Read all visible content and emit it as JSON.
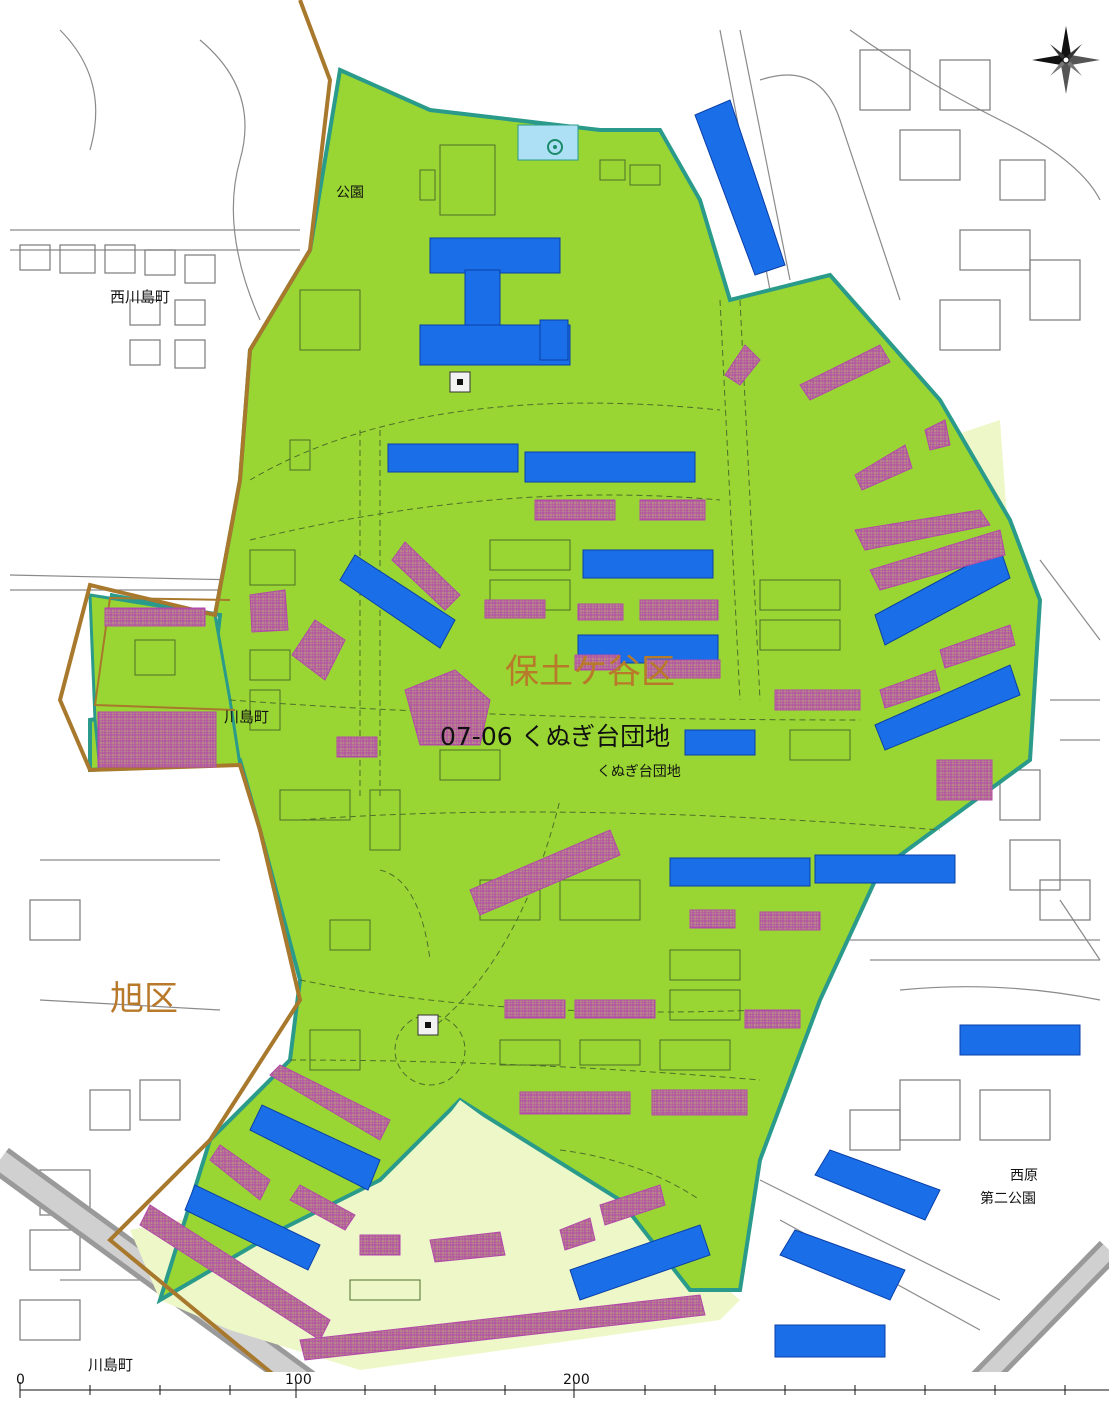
{
  "map": {
    "estate_label": "07-06 くぬぎ台団地",
    "estate_sublabel": "くぬぎ台団地",
    "ward_labels": [
      "保土ケ谷区",
      "旭区"
    ],
    "town_labels": [
      "西川島町",
      "川島町",
      "川島町"
    ],
    "park_labels": [
      "公園",
      "西原",
      "第二公園"
    ],
    "scale_labels": [
      "0",
      "100",
      "200"
    ],
    "colors": {
      "district_fill": "#99d633",
      "district_light": "#eef7c8",
      "district_border": "#2a9a8a",
      "ward_boundary": "#a8782c",
      "building_blue": "#1a6fe8",
      "hatched_building": "#b24aa8",
      "street_lines": "#8a8a8a",
      "pond": "#aee0f5"
    },
    "icons": [
      "compass-rose-icon",
      "landmark-icon",
      "landmark-icon",
      "pond-icon"
    ]
  }
}
